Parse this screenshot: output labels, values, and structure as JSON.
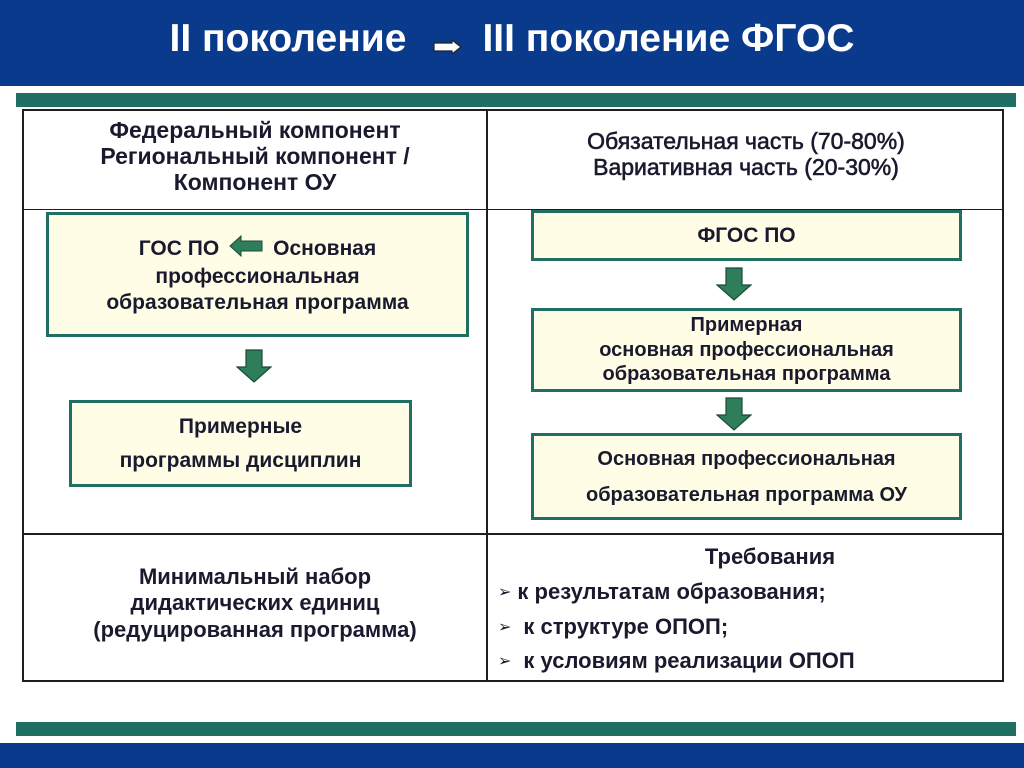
{
  "title": {
    "left": "II поколение",
    "right": "III поколение ФГОС"
  },
  "table": {
    "left_header": [
      "Федеральный компонент",
      "Региональный компонент /",
      "Компонент ОУ"
    ],
    "right_header": [
      "Обязательная часть (70-80%)",
      "Вариативная часть (20-30%)"
    ],
    "left_box1": {
      "first_left": "ГОС ПО",
      "first_right": "Основная",
      "line2": "профессиональная",
      "line3": "образовательная программа"
    },
    "left_box2": [
      "Примерные",
      "программы дисциплин"
    ],
    "right_box1": "ФГОС ПО",
    "right_box2": [
      "Примерная",
      "основная профессиональная",
      "образовательная программа"
    ],
    "right_box3": [
      "Основная профессиональная",
      "образовательная программа ОУ"
    ],
    "left_bottom": [
      "Минимальный набор",
      "дидактических единиц",
      "(редуцированная программа)"
    ],
    "requirements": {
      "title": "Требования",
      "items": [
        "к результатам образования;",
        "к структуре ОПОП;",
        "к условиям реализации ОПОП"
      ]
    }
  },
  "colors": {
    "header_blue": "#0a3a8c",
    "stripe_green": "#1f6f63",
    "box_fill": "#fffde6",
    "arrow_green": "#2e7d5b"
  },
  "icons": {
    "title_arrow": "right-arrow-icon",
    "down_arrow": "down-arrow-icon",
    "left_arrow": "left-arrow-icon",
    "bullet": "chevron-right-icon"
  }
}
